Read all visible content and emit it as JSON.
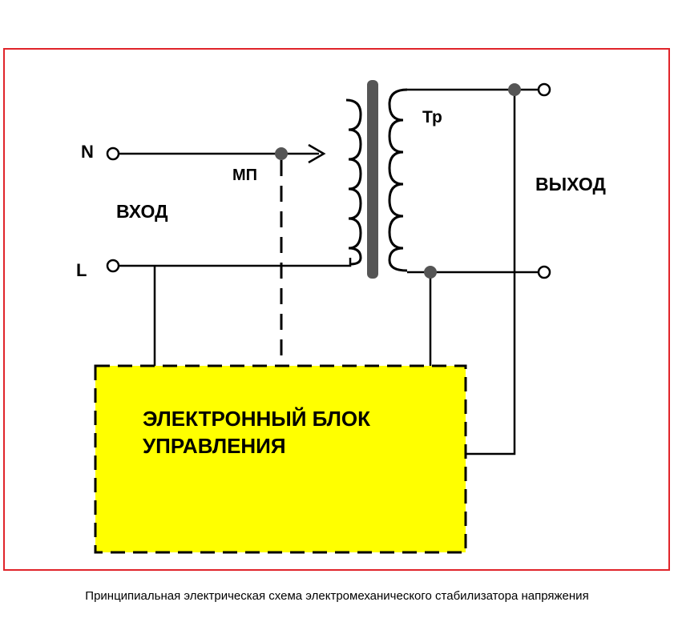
{
  "labels": {
    "n": "N",
    "l": "L",
    "input": "ВХОД",
    "slider": "МП",
    "transformer": "Тр",
    "output": "ВЫХОД",
    "control_block_line1": "ЭЛЕКТРОННЫЙ БЛОК",
    "control_block_line2": "УПРАВЛЕНИЯ"
  },
  "caption": "Принципиальная электрическая схема электромеханического стабилизатора напряжения",
  "colors": {
    "frame": "#e0242a",
    "block_fill": "#ffff00",
    "line": "#000000",
    "core": "#555555",
    "node": "#555555"
  }
}
